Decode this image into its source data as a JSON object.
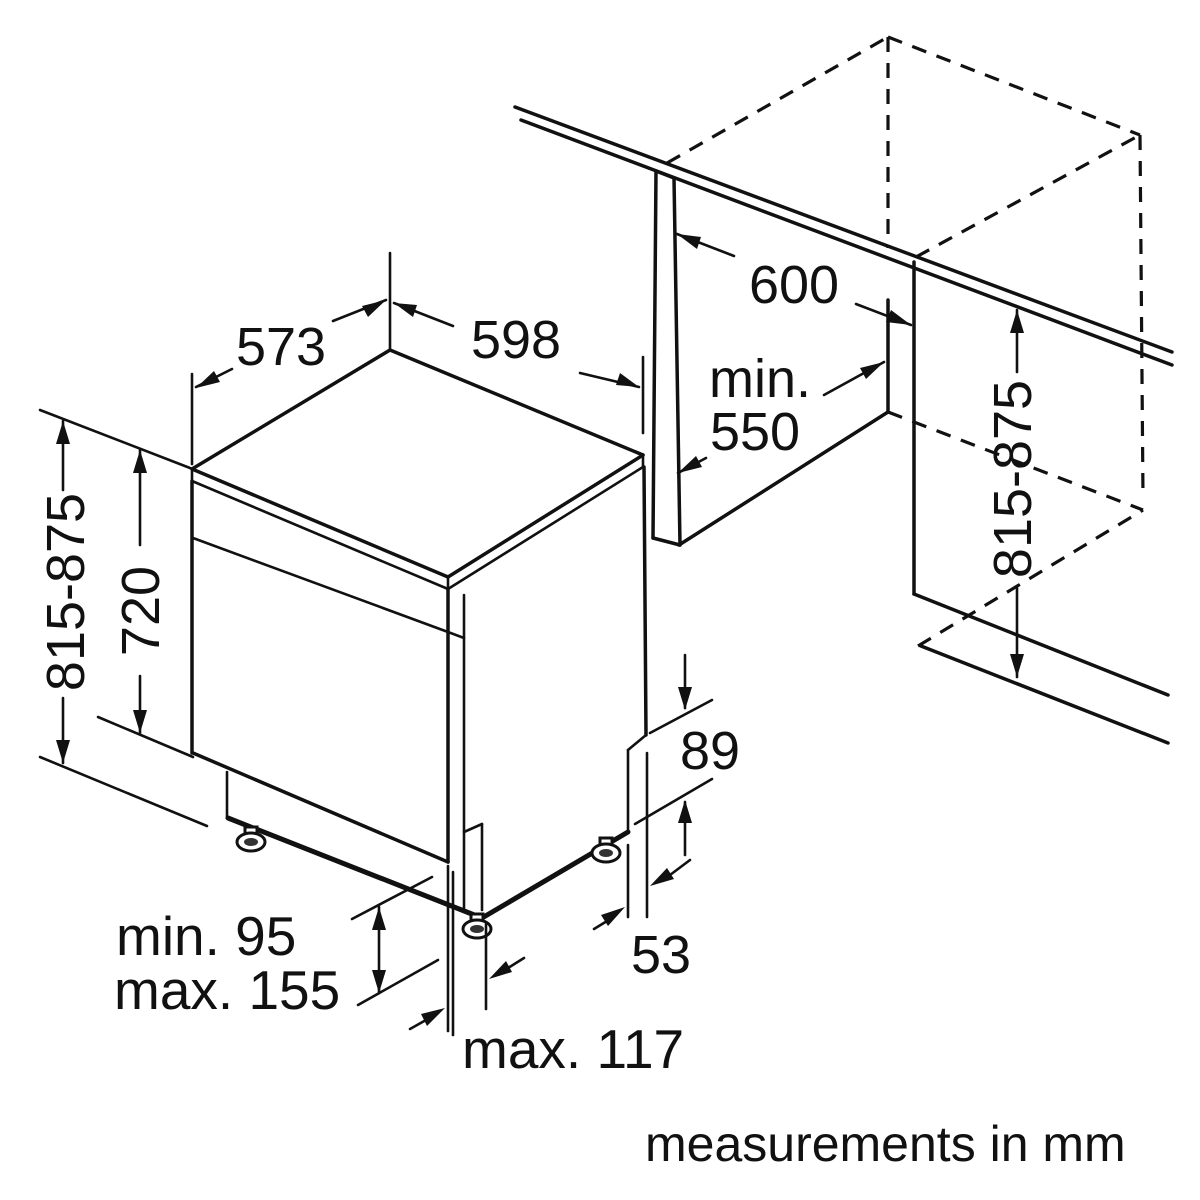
{
  "page": {
    "background": "#ffffff",
    "line_color": "#111111"
  },
  "diagram": {
    "units_note": "measurements in mm",
    "dimensions": {
      "depth_top": "573",
      "width_top": "598",
      "niche_width": "600",
      "niche_depth_prefix": "min.",
      "niche_depth_value": "550",
      "niche_height_right": "815-875",
      "overall_height_left": "815-875",
      "body_height": "720",
      "rear_recess_height": "89",
      "rear_recess_depth": "53",
      "plinth_min": "min. 95",
      "plinth_max": "max. 155",
      "toe_kick_max": "max. 117"
    }
  }
}
